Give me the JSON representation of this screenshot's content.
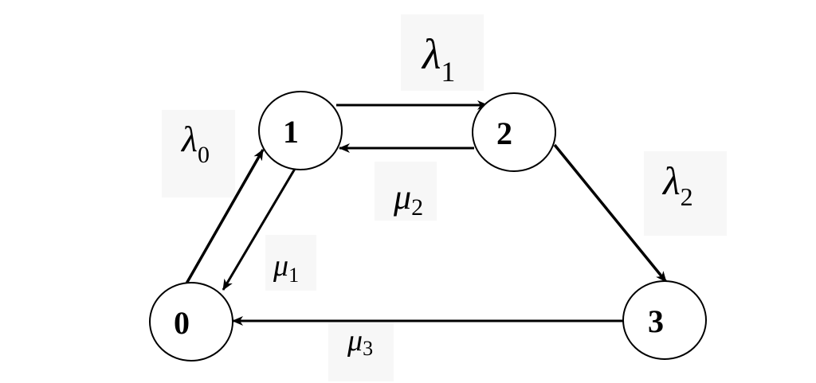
{
  "states": [
    {
      "id": "s0",
      "label": "0"
    },
    {
      "id": "s1",
      "label": "1"
    },
    {
      "id": "s2",
      "label": "2"
    },
    {
      "id": "s3",
      "label": "3"
    }
  ],
  "rates": {
    "lambda0": {
      "symbol": "λ",
      "sub": "0"
    },
    "lambda1": {
      "symbol": "λ",
      "sub": "1"
    },
    "lambda2": {
      "symbol": "λ",
      "sub": "2"
    },
    "mu1": {
      "symbol": "μ",
      "sub": "1"
    },
    "mu2": {
      "symbol": "μ",
      "sub": "2"
    },
    "mu3": {
      "symbol": "μ",
      "sub": "3"
    }
  },
  "colors": {
    "stroke": "#000000",
    "label_bg": "#f7f7f7"
  }
}
